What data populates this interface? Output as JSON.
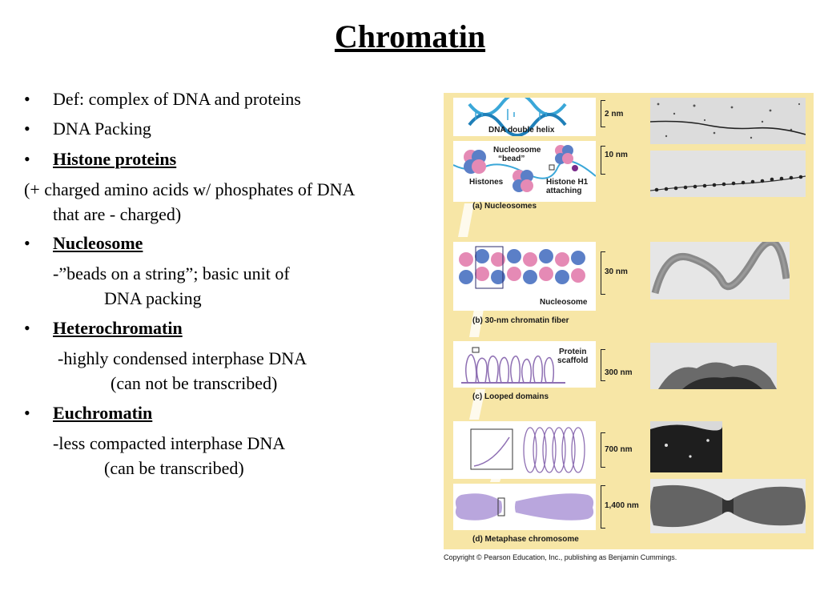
{
  "slide": {
    "title": "Chromatin",
    "bullets": {
      "def": "Def: complex of DNA and proteins",
      "packing": "DNA Packing",
      "histone_heading": "Histone proteins",
      "histone_note_1": "(+ charged amino acids w/ phosphates of DNA",
      "histone_note_2": "that are - charged)",
      "nucleosome_heading": "Nucleosome",
      "nucleosome_desc_1": "-”beads on a string”; basic unit of",
      "nucleosome_desc_2": "DNA packing",
      "hetero_heading": "Heterochromatin",
      "hetero_desc_1": "-highly condensed interphase DNA",
      "hetero_desc_2": "(can not be transcribed)",
      "eu_heading": "Euchromatin",
      "eu_desc_1": "-less compacted interphase DNA",
      "eu_desc_2": "(can be transcribed)",
      "bullet_symbol": "•"
    }
  },
  "figure": {
    "labels": {
      "dna_double_helix": "DNA double helix",
      "nucleosome_bead_1": "Nucleosome",
      "nucleosome_bead_2": "“bead”",
      "histones": "Histones",
      "histone_h1_1": "Histone H1",
      "histone_h1_2": "attaching",
      "panel_a": "(a) Nucleosomes",
      "nucleosome": "Nucleosome",
      "panel_b": "(b) 30-nm chromatin fiber",
      "protein_scaffold_1": "Protein",
      "protein_scaffold_2": "scaffold",
      "panel_c": "(c) Looped domains",
      "panel_d": "(d) Metaphase chromosome"
    },
    "sizes": [
      "2 nm",
      "10 nm",
      "30 nm",
      "300 nm",
      "700 nm",
      "1,400 nm"
    ],
    "colors": {
      "background": "#f7e6a6",
      "helix": "#3aa7d8",
      "histone_pink": "#e58ab5",
      "histone_blue": "#5b7fc7",
      "chromosome": "#b9a6dd",
      "loops": "#8e6fb3"
    }
  },
  "copyright": "Copyright © Pearson Education, Inc., publishing as Benjamin Cummings."
}
